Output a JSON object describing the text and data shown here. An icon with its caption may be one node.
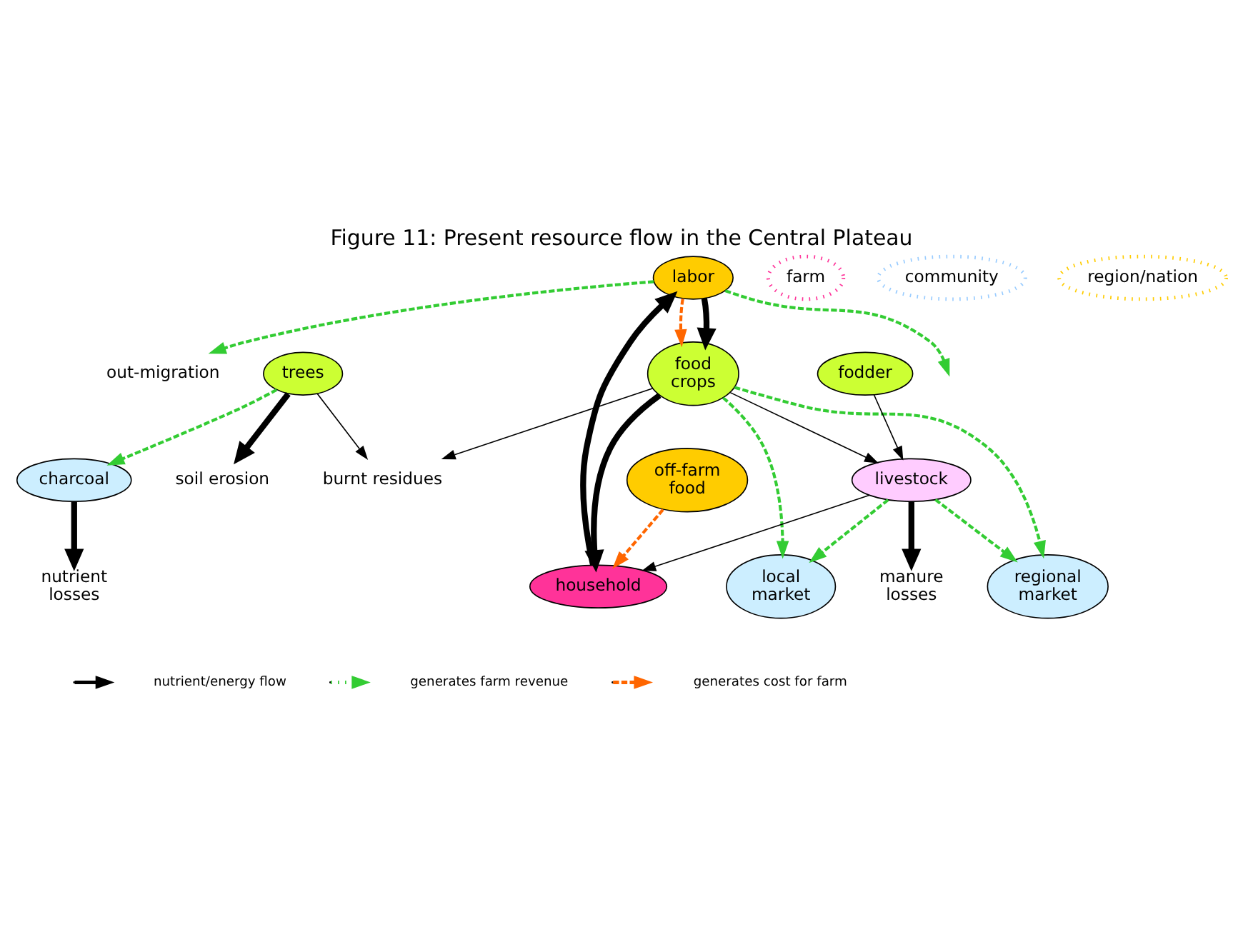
{
  "diagram": {
    "title": "Figure 11: Present resource flow in the Central Plateau",
    "nodes": [
      {
        "text": [
          "out-migration"
        ]
      },
      {
        "text": [
          "labor"
        ]
      },
      {
        "text": [
          "burnt residues"
        ]
      },
      {
        "text": [
          "soil erosion"
        ]
      },
      {
        "text": [
          "trees"
        ]
      },
      {
        "text": [
          "food crops"
        ]
      },
      {
        "text": [
          "fodder"
        ]
      },
      {
        "text": [
          "household"
        ]
      },
      {
        "text": [
          "nutrient losses"
        ]
      },
      {
        "text": [
          "charcoal"
        ]
      },
      {
        "text": [
          "local market"
        ]
      },
      {
        "text": [
          "regional market"
        ]
      },
      {
        "text": [
          "livestock"
        ]
      },
      {
        "text": [
          "manure losses"
        ]
      },
      {
        "text": [
          "farm"
        ]
      },
      {
        "text": [
          "community"
        ]
      },
      {
        "text": [
          "region/nation"
        ]
      },
      {
        "text": [
          "off-farm food"
        ]
      }
    ],
    "edges": [
      {
        "from": 1,
        "to": 0,
        "arrow": "to",
        "style": "dashed",
        "color": "#33cc33"
      },
      {
        "from": 1,
        "to": null,
        "arrow": "to",
        "style": "dashed",
        "color": "#33cc33"
      },
      {
        "from": 1,
        "to": 5,
        "arrow": "to",
        "style": "dashed",
        "color": "#ff6600"
      },
      {
        "from": 1,
        "to": 5,
        "arrow": "to",
        "style": "thick"
      },
      {
        "from": 7,
        "to": 1,
        "arrow": "to",
        "style": "thick"
      },
      {
        "from": 5,
        "to": 7,
        "arrow": "to",
        "style": "thick"
      },
      {
        "from": 4,
        "to": 2,
        "arrow": "to"
      },
      {
        "from": 5,
        "to": 2,
        "arrow": "to"
      },
      {
        "from": 4,
        "to": 3,
        "arrow": "to",
        "style": "thick"
      },
      {
        "from": 9,
        "to": 8,
        "arrow": "to",
        "style": "thick"
      },
      {
        "from": 4,
        "to": 9,
        "arrow": "to",
        "style": "dashed",
        "color": "#33cc33"
      },
      {
        "from": 5,
        "to": 10,
        "arrow": "to",
        "style": "dashed",
        "color": "#33cc33"
      },
      {
        "from": 5,
        "to": 11,
        "arrow": "to",
        "style": "dashed",
        "color": "#33cc33"
      },
      {
        "from": 12,
        "to": 10,
        "arrow": "to",
        "style": "dashed",
        "color": "#33cc33"
      },
      {
        "from": 12,
        "to": 11,
        "arrow": "to",
        "style": "dashed",
        "color": "#33cc33"
      },
      {
        "from": 6,
        "to": 12,
        "arrow": "to"
      },
      {
        "from": 5,
        "to": 12,
        "arrow": "to"
      },
      {
        "from": 12,
        "to": 7,
        "arrow": "to"
      },
      {
        "from": 12,
        "to": 13,
        "arrow": "to",
        "style": "thick"
      },
      {
        "from": 17,
        "to": 7,
        "arrow": "to",
        "style": "dashed",
        "color": "#ff6600"
      }
    ],
    "legend": [
      {
        "text": "nutrient/energy flow"
      },
      {
        "text": "generates farm revenue"
      },
      {
        "text": "generates cost for farm"
      }
    ]
  }
}
